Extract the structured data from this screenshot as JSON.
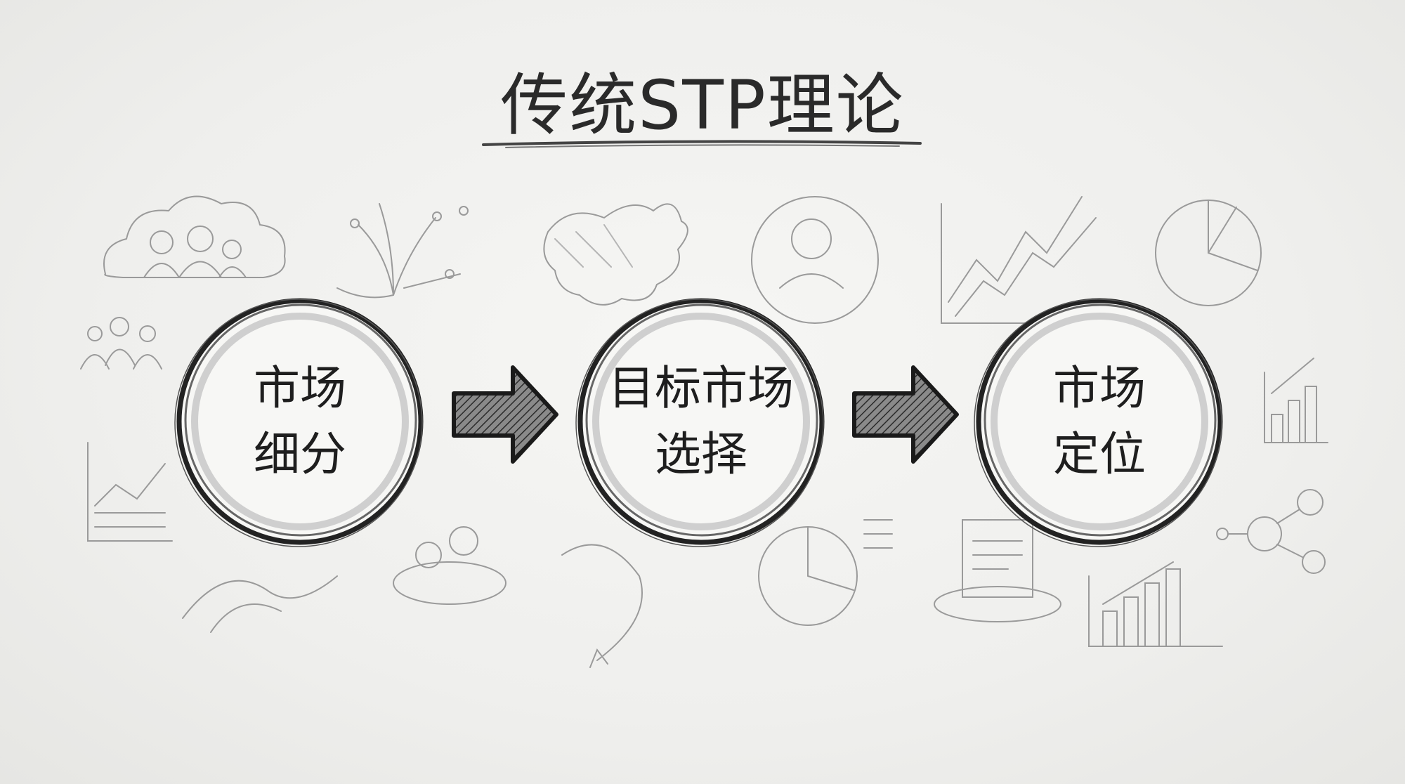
{
  "title": "传统STP理论",
  "stages": [
    {
      "label": "市场细分",
      "line1": "市场",
      "line2": "细分"
    },
    {
      "label": "目标市场选择",
      "line1": "目标市场",
      "line2": "选择"
    },
    {
      "label": "市场定位",
      "line1": "市场",
      "line2": "定位"
    }
  ],
  "flow": [
    "市场细分",
    "目标市场选择",
    "市场定位"
  ],
  "colors": {
    "background": "#efefed",
    "ink": "#222222",
    "sketch": "#8a8a8a"
  }
}
